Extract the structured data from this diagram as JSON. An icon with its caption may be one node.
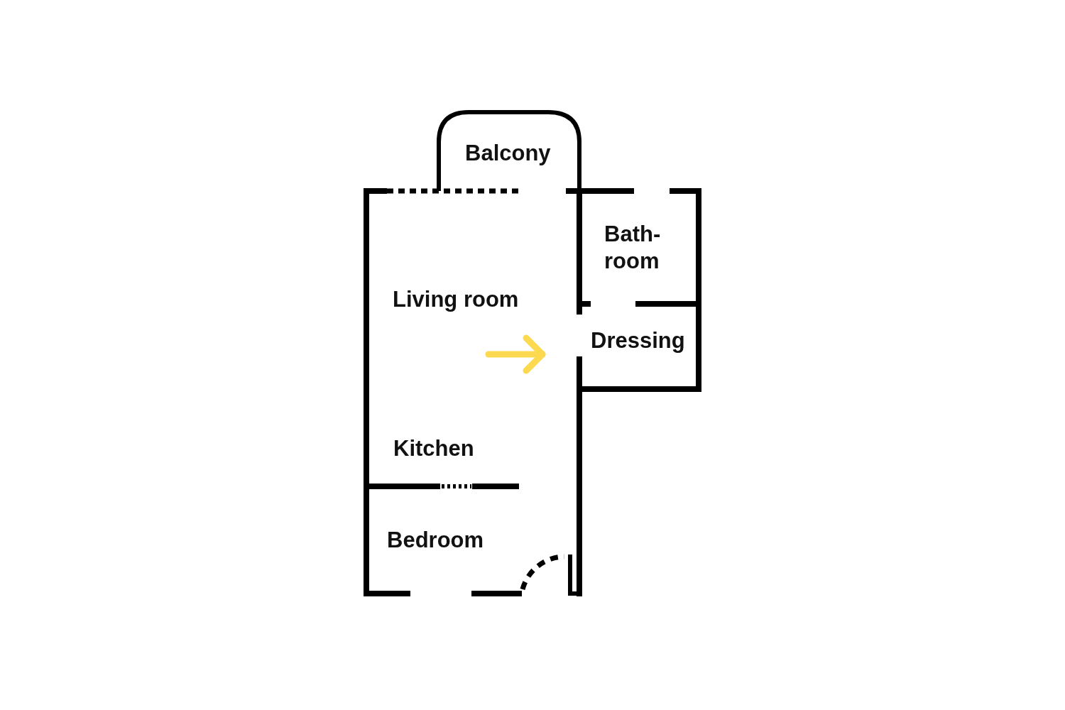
{
  "diagram": {
    "labels": [
      "Balcony",
      "Bath- room",
      "Living room",
      "Dressing",
      "Kitchen",
      "Bedroom"
    ]
  }
}
